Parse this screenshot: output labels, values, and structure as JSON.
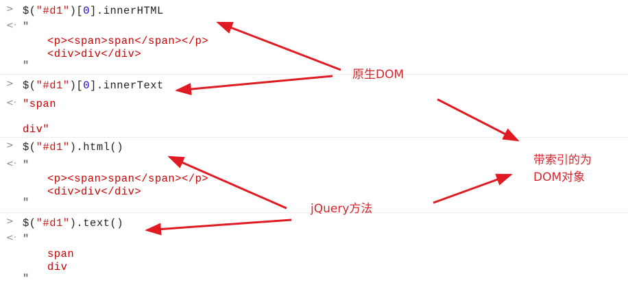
{
  "entries": [
    {
      "cmd_pre": "$(",
      "cmd_str": "\"#d1\"",
      "cmd_mid": ")[",
      "cmd_num": "0",
      "cmd_post": "].innerHTML",
      "out": [
        "\"",
        "<p><span>span</span></p>",
        "<div>div</div>",
        "\""
      ]
    },
    {
      "cmd_pre": "$(",
      "cmd_str": "\"#d1\"",
      "cmd_mid": ")[",
      "cmd_num": "0",
      "cmd_post": "].innerText",
      "out": [
        "\"span",
        "div\""
      ]
    },
    {
      "cmd_pre": "$(",
      "cmd_str": "\"#d1\"",
      "cmd_post": ").html()",
      "out": [
        "\"",
        "<p><span>span</span></p>",
        "<div>div</div>",
        "\""
      ]
    },
    {
      "cmd_pre": "$(",
      "cmd_str": "\"#d1\"",
      "cmd_post": ").text()",
      "out": [
        "\"",
        "span",
        "div",
        "\""
      ]
    }
  ],
  "prompt_icon": ">",
  "result_icon": "<·",
  "annotations": {
    "native_dom": "原生DOM",
    "indexed_line1": "带索引的为",
    "indexed_line2": "DOM对象",
    "jquery_methods": "jQuery方法"
  },
  "colors": {
    "annotation": "#d8232a",
    "string": "#c41a16",
    "number": "#1c00cf"
  }
}
